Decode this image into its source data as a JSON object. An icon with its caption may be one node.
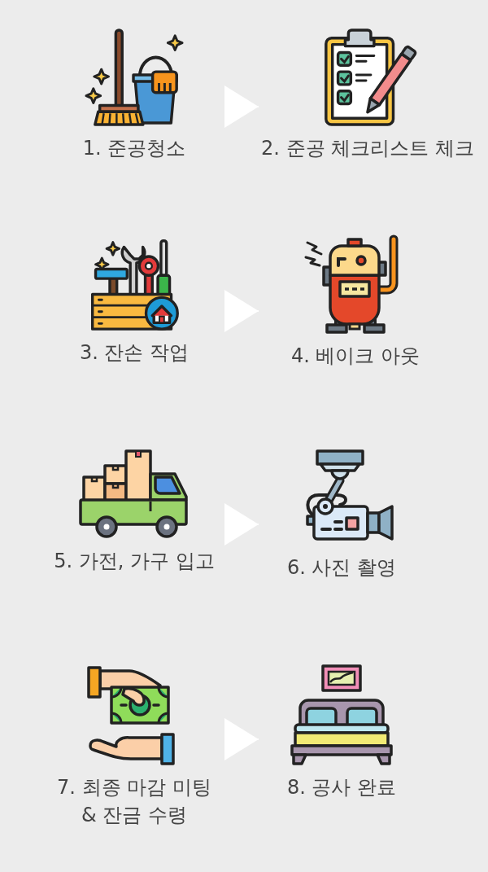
{
  "diagram": {
    "nodes": [
      {
        "text": [
          "1. 준공청소"
        ]
      },
      {
        "text": [
          "2. 준공 체크리스트 체크"
        ]
      },
      {
        "text": [
          "3. 잔손 작업"
        ]
      },
      {
        "text": [
          "4. 베이크 아웃"
        ]
      },
      {
        "text": [
          "5. 가전, 가구 입고"
        ]
      },
      {
        "text": [
          "6. 사진 촬영"
        ]
      },
      {
        "text": [
          "7. 최종 마감 미팅 & 잔금 수령"
        ]
      },
      {
        "text": [
          "8. 공사 완료"
        ]
      }
    ],
    "edges": [
      {
        "from": 0,
        "to": 1,
        "arrow": "to"
      },
      {
        "from": 2,
        "to": 3,
        "arrow": "to"
      },
      {
        "from": 4,
        "to": 5,
        "arrow": "to"
      },
      {
        "from": 6,
        "to": 7,
        "arrow": "to"
      }
    ]
  }
}
